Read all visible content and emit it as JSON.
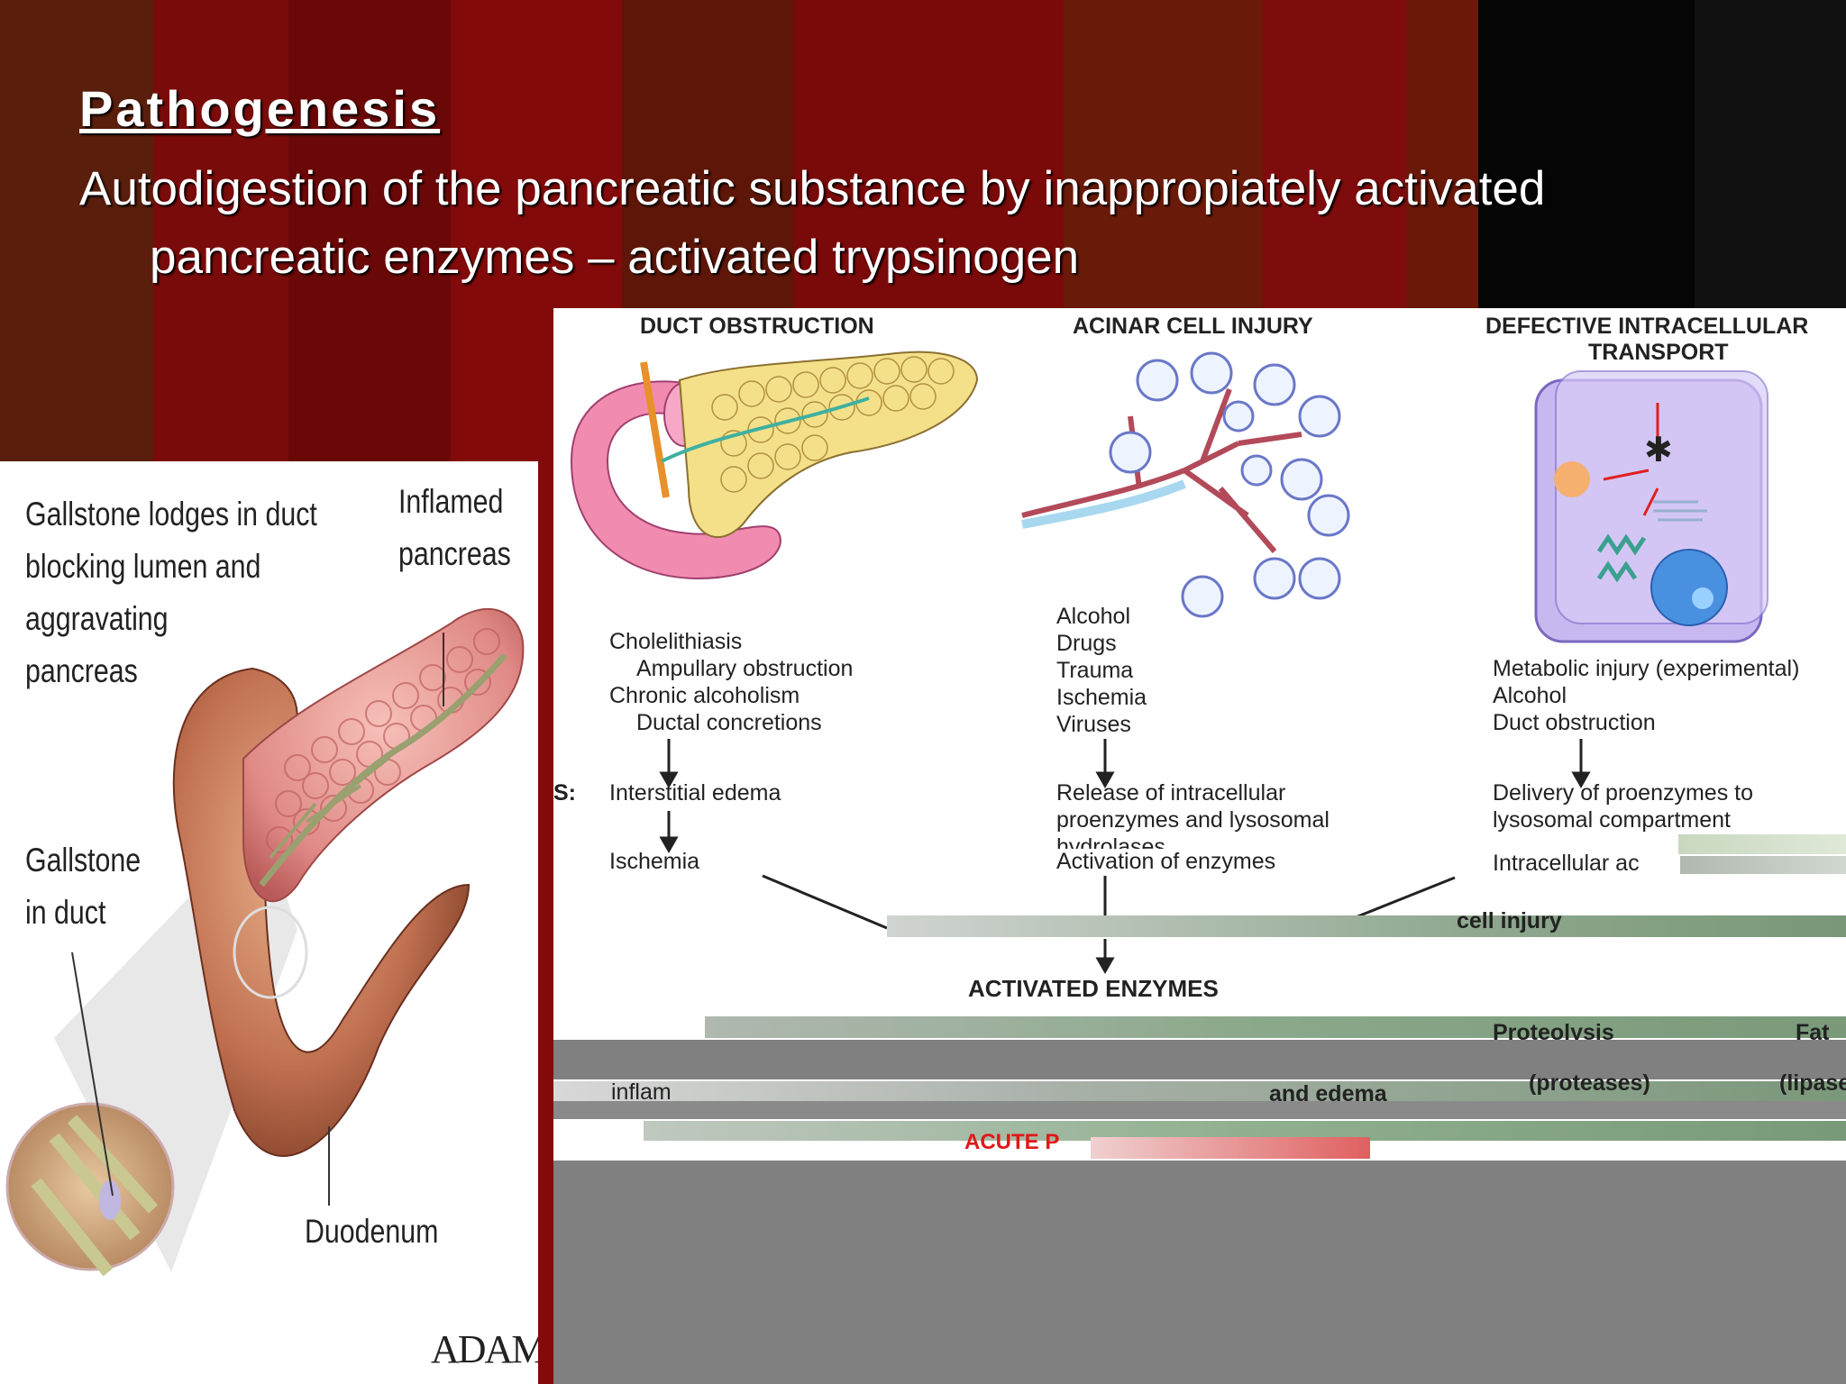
{
  "slide": {
    "title": "Pathogenesis ",
    "body": "Autodigestion of the pancreatic substance by inappropiately activated pancreatic enzymes – activated trypsinogen"
  },
  "illustration": {
    "labels": {
      "gallstone_lodges": "Gallstone lodges in duct\nblocking lumen and\naggravating\npancreas",
      "inflamed_pancreas": "Inflamed\npancreas",
      "gallstone_in_duct": "Gallstone\nin duct",
      "duodenum": "Duodenum"
    },
    "logo": "ADAM."
  },
  "diagram": {
    "columns": {
      "duct": {
        "heading": "DUCT OBSTRUCTION",
        "causes": [
          "Cholelithiasis",
          "Ampullary obstruction",
          "Chronic alcoholism",
          "Ductal concretions"
        ],
        "step1": "Interstitial edema",
        "step2": "Ischemia"
      },
      "acinar": {
        "heading": "ACINAR CELL INJURY",
        "causes": [
          "Alcohol",
          "Drugs",
          "Trauma",
          "Ischemia",
          "Viruses"
        ],
        "step1a": "Release of intracellular",
        "step1b": "proenzymes and lysosomal",
        "step1c": "hydrolases",
        "step2": "Activation of enzymes"
      },
      "transport": {
        "heading_line1": "DEFECTIVE INTRACELLULAR",
        "heading_line2": "TRANSPORT",
        "causes": [
          "Metabolic injury (experimental)",
          "Alcohol",
          "Duct obstruction"
        ],
        "step1a": "Delivery of proenzymes to",
        "step1b": "lysosomal compartment",
        "step2": "Intracellular ac"
      }
    },
    "side_fragment": "S:",
    "cell_injury": "cell injury",
    "activated_enzymes": "ACTIVATED ENZYMES",
    "fragments": {
      "inflam": "inflam",
      "proteolysis": "Proteolysis",
      "proteases": "(proteases)",
      "fat": "Fat",
      "lipase": "(lipase",
      "and_edema": "and edema",
      "acute": "ACUTE P"
    }
  }
}
